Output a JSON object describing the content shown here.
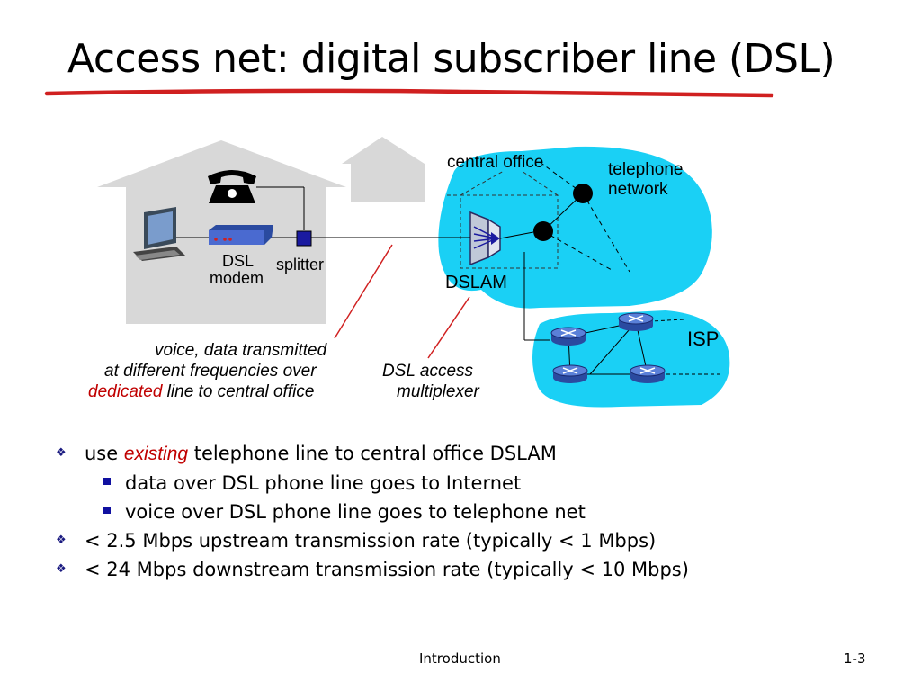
{
  "slide": {
    "title": "Access net: digital subscriber line (DSL)",
    "colors": {
      "underline": "#d02020",
      "network_cloud": "#1ad0f5",
      "house": "#d8d8d8",
      "emphasis": "#c00000",
      "bullet": "#1a1a80"
    }
  },
  "diagram": {
    "labels": {
      "central_office": "central office",
      "telephone_network_1": "telephone",
      "telephone_network_2": "network",
      "dsl_modem_1": "DSL",
      "dsl_modem_2": "modem",
      "splitter": "splitter",
      "dslam": "DSLAM",
      "isp": "ISP"
    },
    "notes": {
      "voice_line1": "voice, data transmitted",
      "voice_line2": "at different frequencies over",
      "voice_line3_red": "dedicated",
      "voice_line3_rest": " line to central office",
      "dsl_access_1": "DSL access",
      "dsl_access_2": "multiplexer"
    },
    "icons": [
      "telephone-icon",
      "computer-icon",
      "dsl-modem-icon",
      "splitter-icon",
      "dslam-icon",
      "router-icon"
    ]
  },
  "bullets": {
    "b1_pre": "use ",
    "b1_em": "existing",
    "b1_post": " telephone line to central office DSLAM",
    "b1_sub1": "data over DSL phone line goes to Internet",
    "b1_sub2": "voice over DSL phone line goes to telephone net",
    "b2": "< 2.5 Mbps upstream transmission rate (typically < 1 Mbps)",
    "b3": "< 24 Mbps downstream transmission rate (typically < 10 Mbps)"
  },
  "footer": {
    "center": "Introduction",
    "page": "1-3"
  }
}
